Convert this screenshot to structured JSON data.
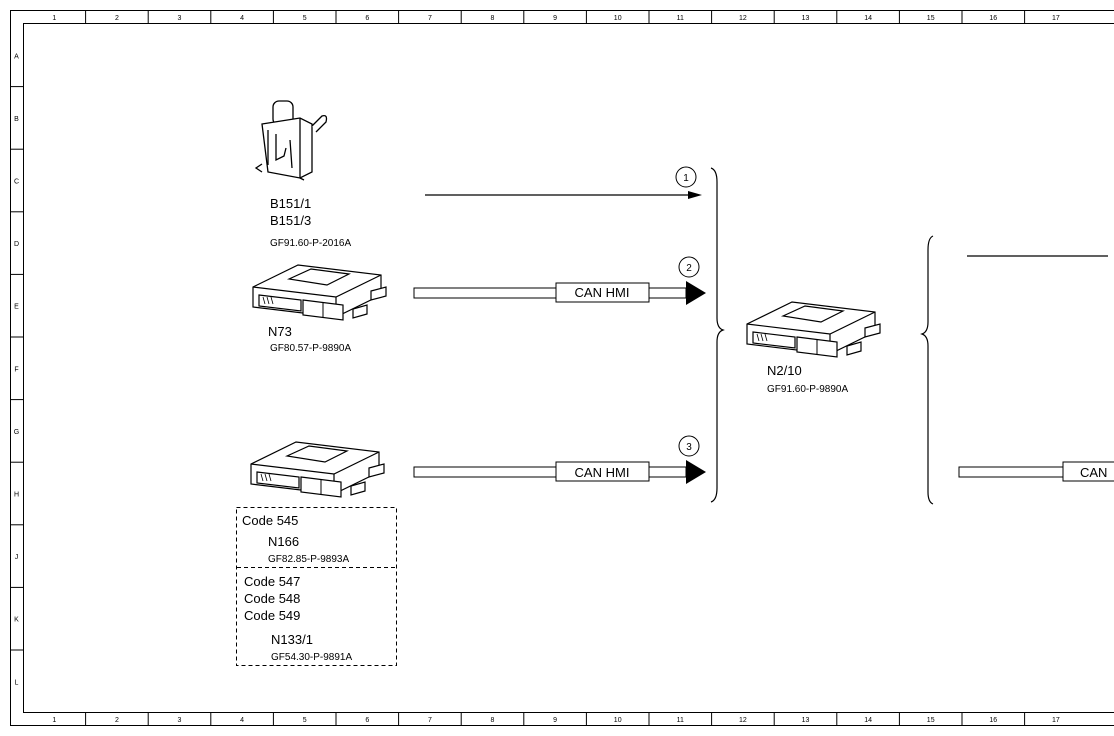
{
  "grid": {
    "columns": [
      "1",
      "2",
      "3",
      "4",
      "5",
      "6",
      "7",
      "8",
      "9",
      "10",
      "11",
      "12",
      "13",
      "14",
      "15",
      "16",
      "17"
    ],
    "rows": [
      "A",
      "B",
      "C",
      "D",
      "E",
      "F",
      "G",
      "H",
      "J",
      "K",
      "L"
    ]
  },
  "components": {
    "b151": {
      "line1": "B151/1",
      "line2": "B151/3",
      "ref": "GF91.60-P-2016A"
    },
    "n73": {
      "name": "N73",
      "ref": "GF80.57-P-9890A"
    },
    "n2_10": {
      "name": "N2/10",
      "ref": "GF91.60-P-9890A"
    },
    "lower_box": {
      "code_a": "Code 545",
      "n166_name": "N166",
      "n166_ref": "GF82.85-P-9893A",
      "code_b1": "Code 547",
      "code_b2": "Code 548",
      "code_b3": "Code 549",
      "n133_name": "N133/1",
      "n133_ref": "GF54.30-P-9891A"
    }
  },
  "buses": {
    "bus2_label": "CAN HMI",
    "bus3_label": "CAN HMI",
    "right_bus_label": "CAN"
  },
  "callouts": {
    "c1": "1",
    "c2": "2",
    "c3": "3"
  }
}
